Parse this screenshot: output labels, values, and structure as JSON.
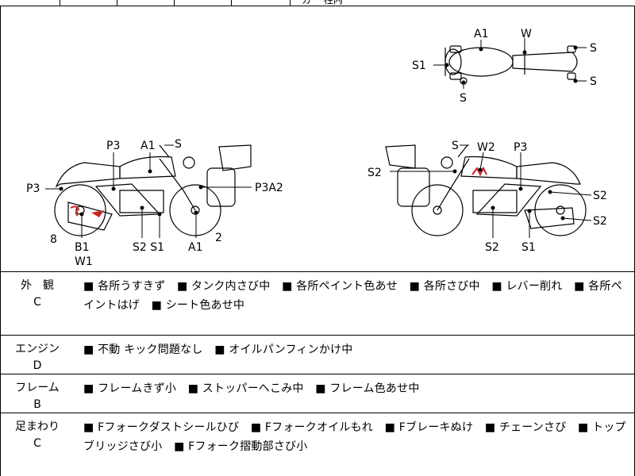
{
  "header_fragment": "カー  柱内",
  "diagram_labels": {
    "top_view": {
      "A1": "A1",
      "W": "W",
      "S1": "S1",
      "S_bottom": "S",
      "S_right_top": "S",
      "S_right_bottom": "S"
    },
    "left_view": {
      "P3_top": "P3",
      "A1_top": "A1",
      "S": "S",
      "P3_left": "P3",
      "P3A2": "P3A2",
      "n8": "8",
      "B1": "B1",
      "W1": "W1",
      "S2S1": "S2 S1",
      "A1_bottom": "A1",
      "n2": "2"
    },
    "right_view": {
      "S": "S",
      "W2": "W2",
      "P3": "P3",
      "S2_left": "S2",
      "S2_right1": "S2",
      "S2_right2": "S2",
      "S2_bottom": "S2",
      "S1_bottom": "S1"
    }
  },
  "sections": [
    {
      "name": "外　観",
      "grade": "C",
      "items": [
        "各所うすきず",
        "タンク内さび中",
        "各所ペイント色あせ",
        "各所さび中",
        "レバー削れ",
        "各所ペイントはげ",
        "シート色あせ中"
      ]
    },
    {
      "name": "エンジン",
      "grade": "D",
      "items": [
        "不動 キック問題なし",
        "オイルパンフィンかけ中"
      ]
    },
    {
      "name": "フレーム",
      "grade": "B",
      "items": [
        "フレームきず小",
        "ストッパーへこみ中",
        "フレーム色あせ中"
      ]
    },
    {
      "name": "足まわり",
      "grade": "C",
      "items": [
        "Fフォークダストシールひび",
        "Fフォークオイルもれ",
        "Fブレーキぬけ",
        "チェーンさび",
        "トップブリッジさび小",
        "Fフォーク摺動部さび小"
      ]
    }
  ]
}
